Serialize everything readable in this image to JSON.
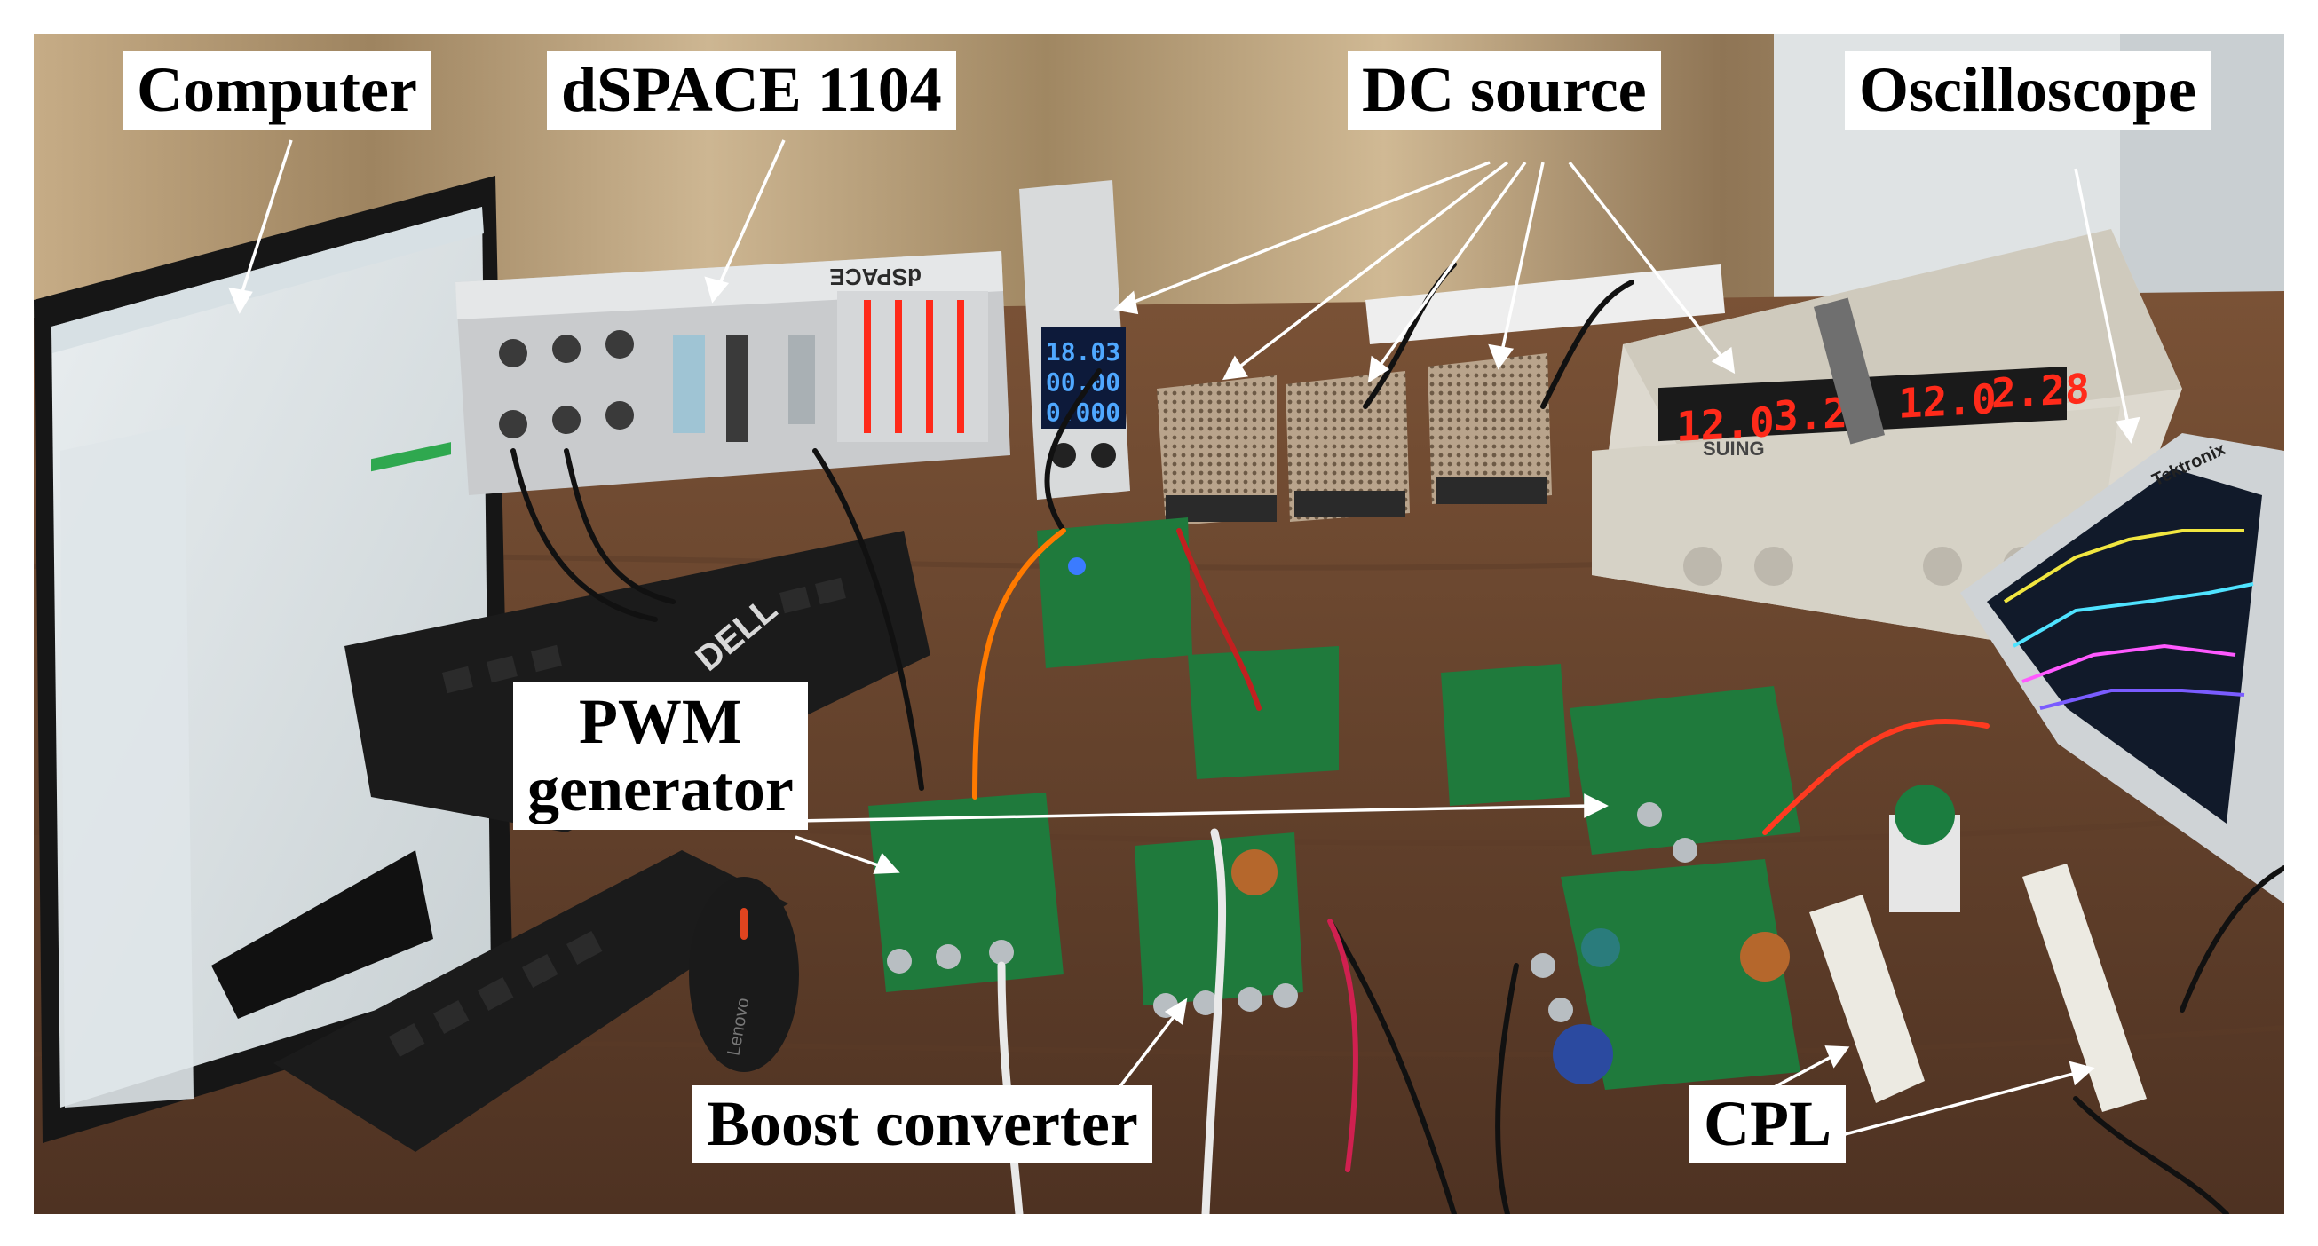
{
  "labels": {
    "computer": "Computer",
    "dspace": "dSPACE 1104",
    "dc_source": "DC source",
    "oscilloscope": "Oscilloscope",
    "pwm_line1": "PWM",
    "pwm_line2": "generator",
    "boost_converter": "Boost converter",
    "cpl": "CPL"
  },
  "device_text": {
    "dspace_brand": "dSPACE",
    "keyboard_brand": "DELL",
    "mouse_brand": "Lenovo",
    "psu_brand": "SUING",
    "scope_brand": "Tektronix",
    "small_psu_readings": [
      "18.03",
      "00.00",
      "0.000"
    ],
    "bench_psu_readings": [
      "12.0",
      "3.29",
      "12.0",
      "2.28"
    ]
  },
  "colors": {
    "label_bg": "#ffffff",
    "label_text": "#000000",
    "arrow": "#ffffff",
    "desk": "#6b4630",
    "pcb": "#1f7a3c",
    "display_red": "#ff2a1a",
    "display_blue": "#4fa8ff"
  }
}
